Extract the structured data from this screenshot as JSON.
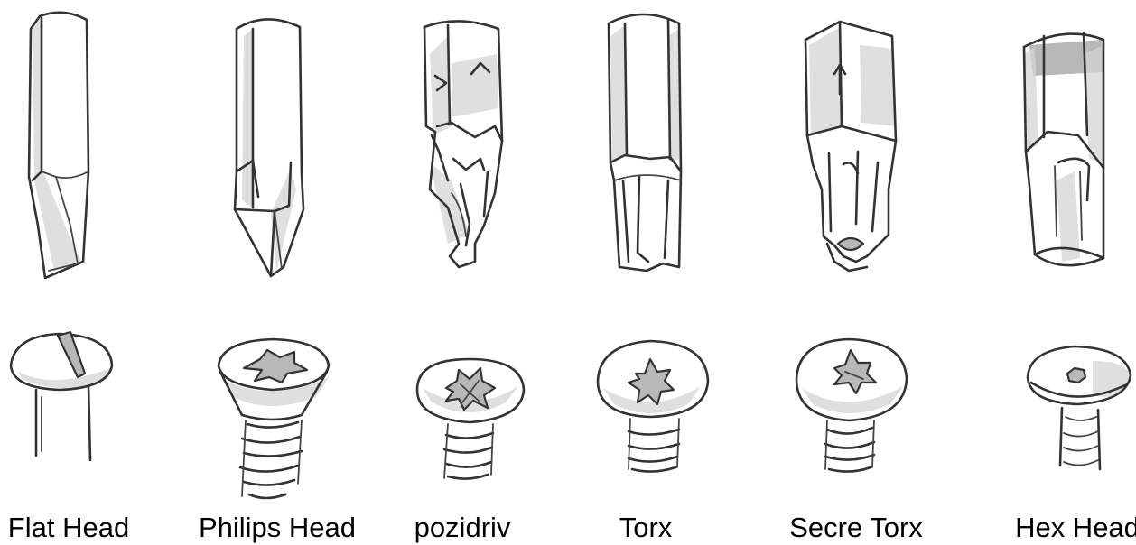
{
  "drivers": [
    {
      "id": "flat",
      "label": "Flat Head"
    },
    {
      "id": "philips",
      "label": "Philips Head"
    },
    {
      "id": "pozidriv",
      "label": "pozidriv"
    },
    {
      "id": "torx",
      "label": "Torx"
    },
    {
      "id": "secure-torx",
      "label": "Secre Torx"
    },
    {
      "id": "hex",
      "label": "Hex Head"
    }
  ],
  "colors": {
    "ink": "#333333",
    "shade": "#d4d4d4",
    "background": "#ffffff",
    "text": "#000000"
  }
}
